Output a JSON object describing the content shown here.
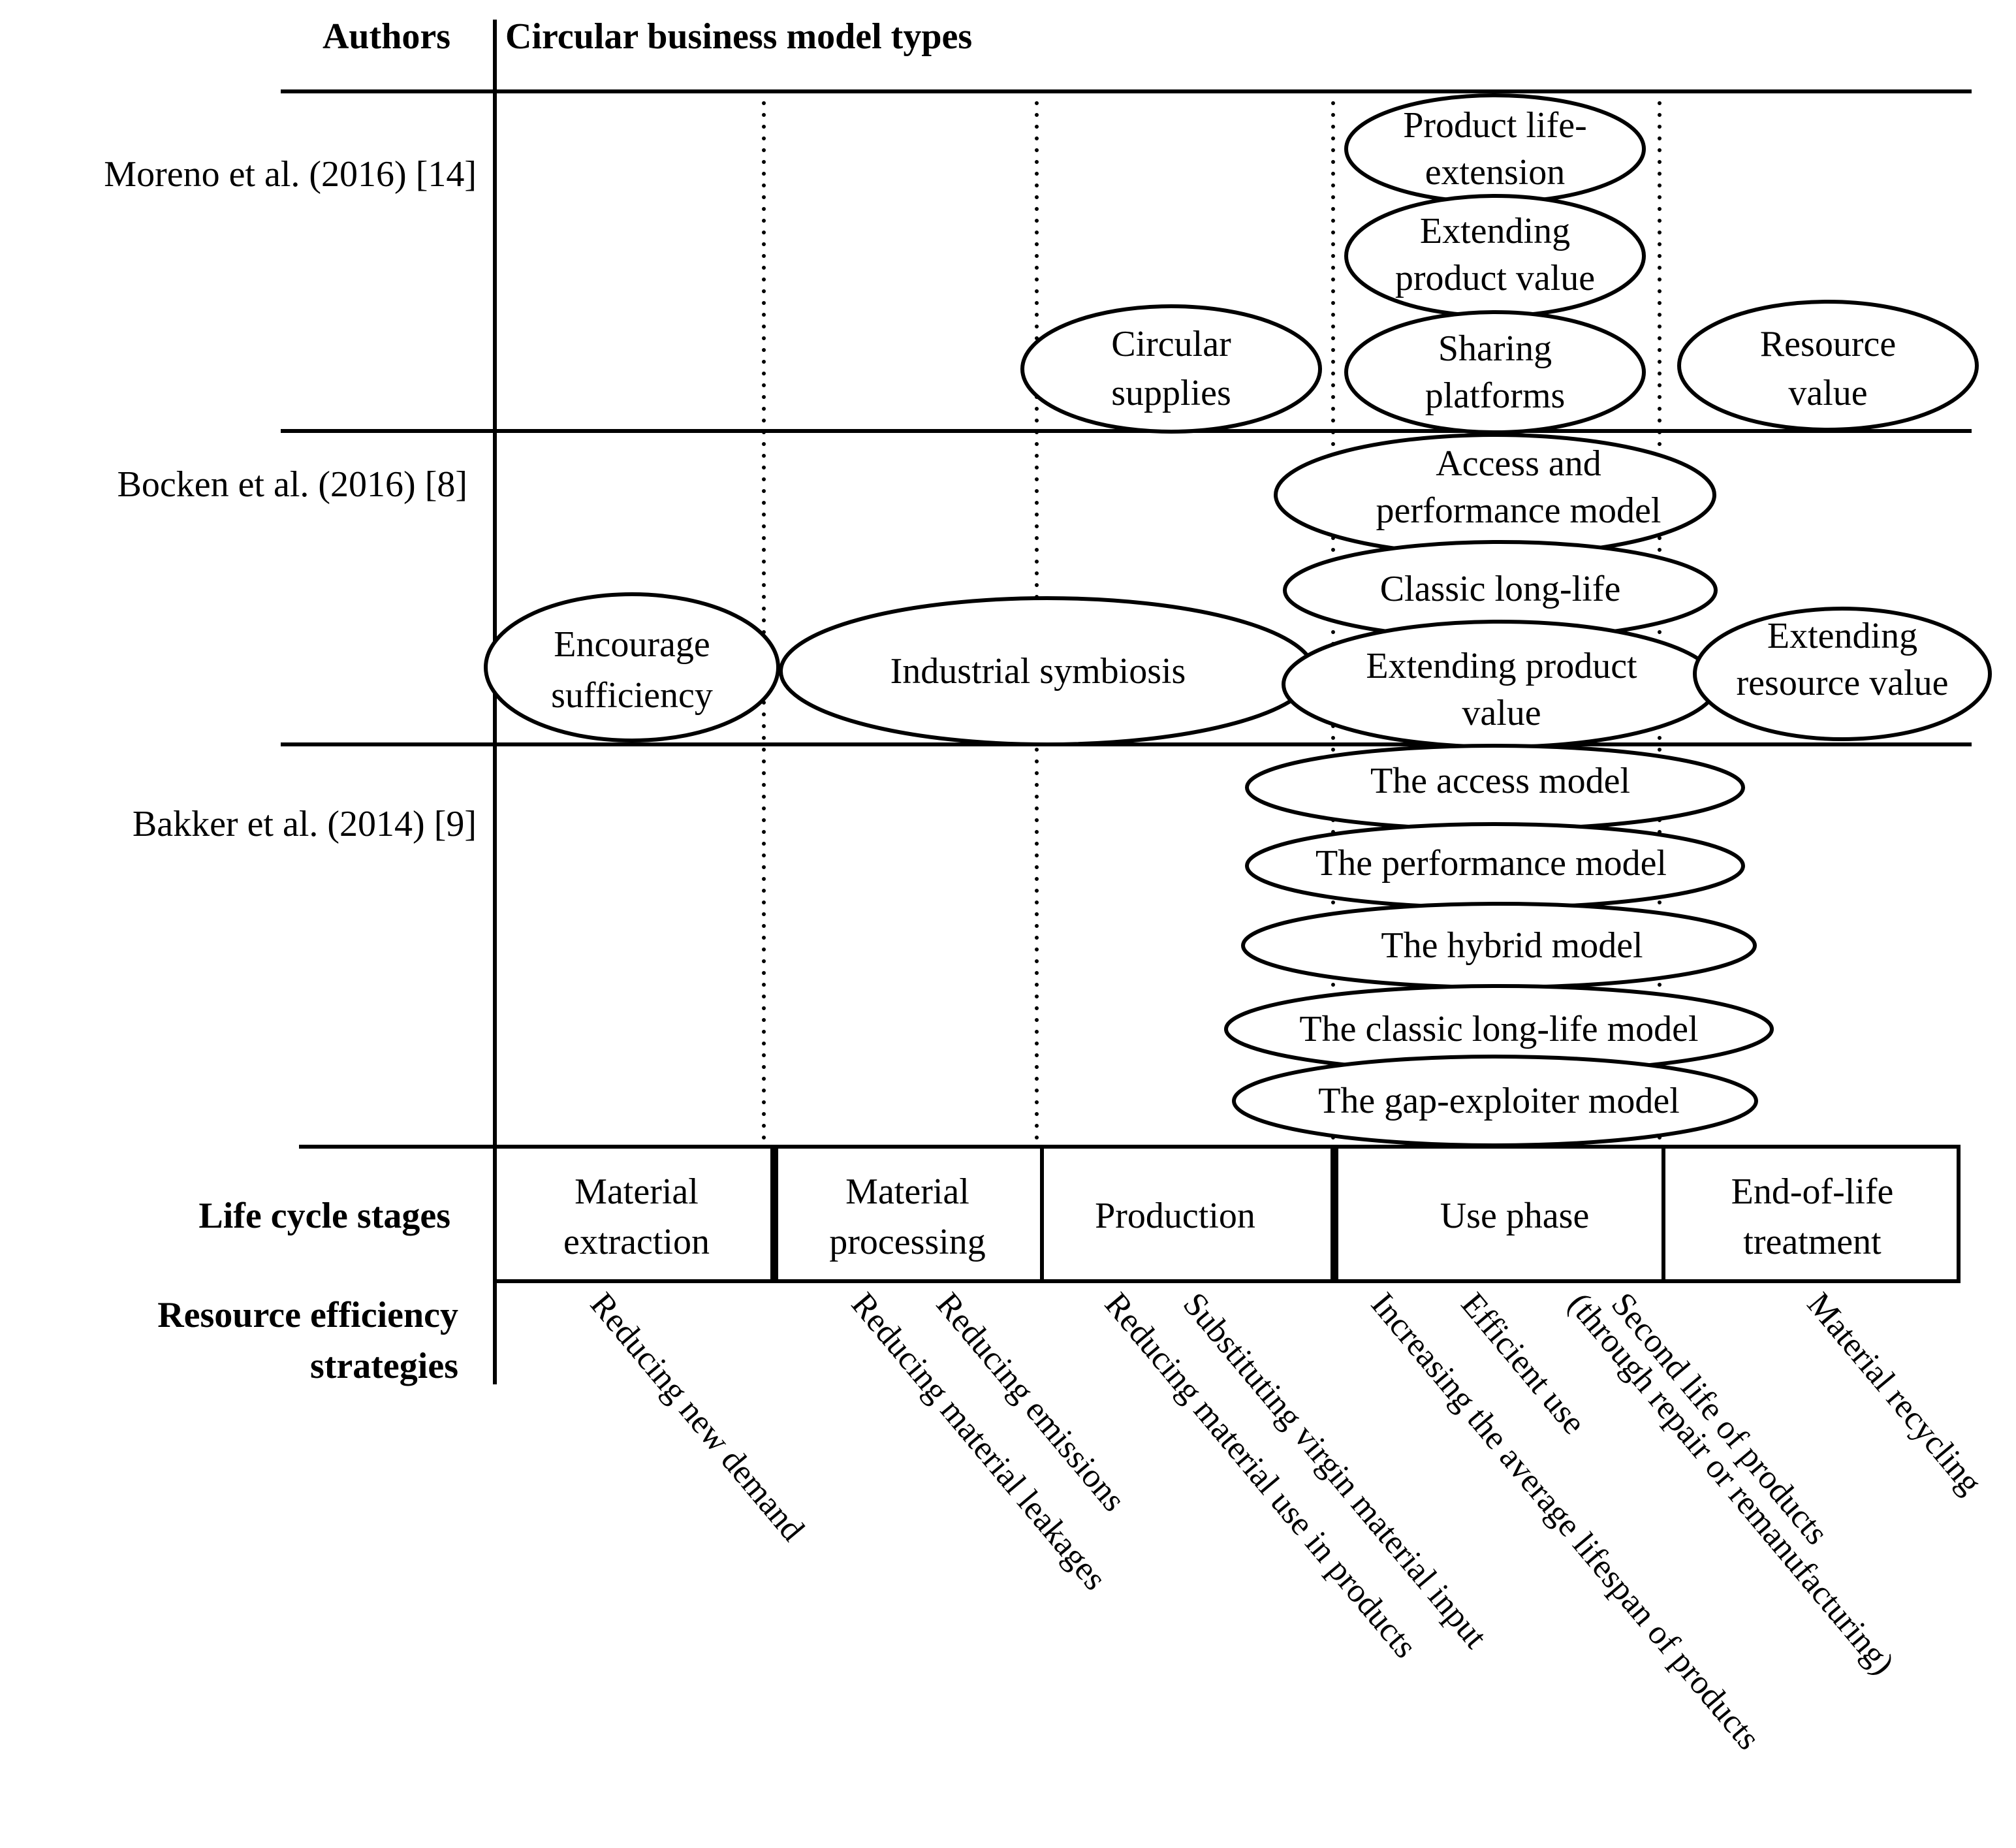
{
  "header": {
    "authors": "Authors",
    "types": "Circular business model types",
    "life_cycle": "Life cycle stages",
    "strategies_1": "Resource efficiency",
    "strategies_2": "strategies"
  },
  "authors": [
    "Moreno et al. (2016) [14]",
    "Bocken et al. (2016) [8]",
    "Bakker et al. (2014) [9]"
  ],
  "moreno": {
    "product_life": [
      "Product life-",
      "extension"
    ],
    "extending_value": [
      "Extending",
      "product value"
    ],
    "circular": [
      "Circular",
      "supplies"
    ],
    "sharing": [
      "Sharing",
      "platforms"
    ],
    "resource": [
      "Resource",
      "value"
    ]
  },
  "bocken": {
    "access": [
      "Access and",
      "performance model"
    ],
    "classic": "Classic long-life",
    "sufficiency": [
      "Encourage",
      "sufficiency"
    ],
    "symbiosis": "Industrial symbiosis",
    "extending_product": [
      "Extending product",
      "value"
    ],
    "extending_resource": [
      "Extending",
      "resource value"
    ]
  },
  "bakker": {
    "access": "The access model",
    "performance": "The performance model",
    "hybrid": "The hybrid model",
    "classic": "The classic long-life model",
    "gap": "The gap-exploiter model"
  },
  "stages": {
    "extraction": [
      "Material",
      "extraction"
    ],
    "processing": [
      "Material",
      "processing"
    ],
    "production": "Production",
    "use": "Use phase",
    "eol": [
      "End-of-life",
      "treatment"
    ]
  },
  "strategies": {
    "s1": "Reducing new demand",
    "s2": "Reducing material leakages",
    "s3": "Reducing emissions",
    "s4": "Reducing material use in products",
    "s5": "Substituting virgin material input",
    "s6": "Increasing the average lifespan of products",
    "s7": "Efficient use",
    "s8a": "(through repair or remanufacturing)",
    "s8b": "Second life of products",
    "s9": "Material recycling"
  }
}
